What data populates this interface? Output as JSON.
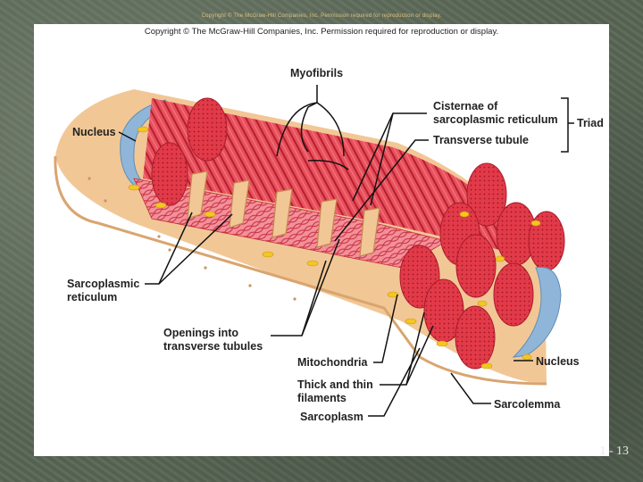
{
  "slide": {
    "top_copyright": "Copyright © The McGraw-Hill Companies, Inc. Permission required for reproduction or display.",
    "panel_copyright": "Copyright © The McGraw-Hill Companies, Inc. Permission required for reproduction or display.",
    "page_number": "1 - 13"
  },
  "diagram": {
    "labels": {
      "myofibrils": "Myofibrils",
      "cisternae_line1": "Cisternae of",
      "cisternae_line2": "sarcoplasmic reticulum",
      "triad": "Triad",
      "transverse_tubule": "Transverse tubule",
      "nucleus_left": "Nucleus",
      "sarcoplasmic_line1": "Sarcoplasmic",
      "sarcoplasmic_line2": "reticulum",
      "openings_line1": "Openings into",
      "openings_line2": "transverse tubules",
      "mitochondria": "Mitochondria",
      "thick_thin_line1": "Thick and thin",
      "thick_thin_line2": "filaments",
      "sarcoplasm": "Sarcoplasm",
      "nucleus_right": "Nucleus",
      "sarcolemma": "Sarcolemma"
    },
    "colors": {
      "myofibril": "#e23a48",
      "myofibril_dark": "#b51f2f",
      "sarcoplasm": "#f2c796",
      "nucleus": "#8fb6d8",
      "mitochondria": "#f3c623"
    }
  }
}
